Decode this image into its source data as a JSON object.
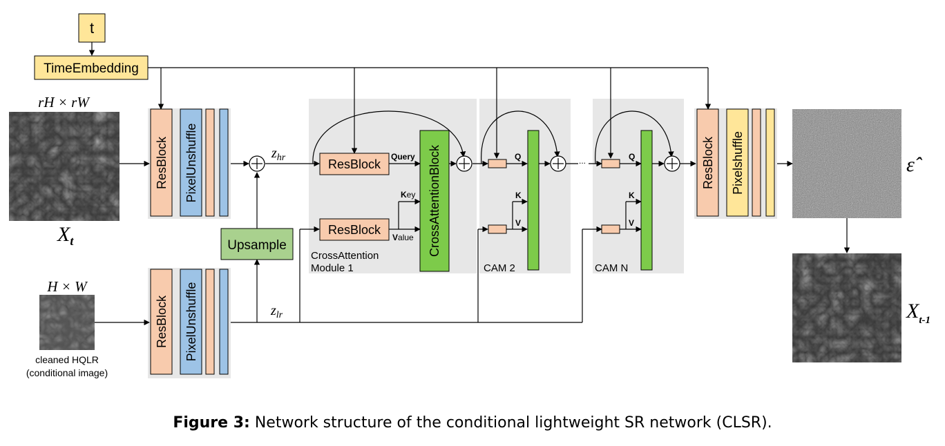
{
  "inputs": {
    "t": "t",
    "time_embedding": "TimeEmbedding",
    "xt_size": "rH × rW",
    "xt_label": "X",
    "xt_sub": "t",
    "cond_size": "H × W",
    "cond_caption_1": "cleaned HQLR",
    "cond_caption_2": "(conditional image)"
  },
  "blocks": {
    "resblock": "ResBlock",
    "pixel_unshuffle": "PixelUnshuffle",
    "pixel_shuffle": "Pixelshuffle",
    "upsample": "Upsample",
    "cross_attention_block": "CrossAttentionBlock"
  },
  "latents": {
    "z_hr": "z",
    "z_hr_sub": "hr",
    "z_lr": "z",
    "z_lr_sub": "lr"
  },
  "attention_labels": {
    "query": "Query",
    "query_initial": "Q",
    "key": "Key",
    "key_initial": "K",
    "value": "Value",
    "value_initial": "V",
    "q": "Q",
    "k": "K",
    "v": "V"
  },
  "modules": {
    "cam1_line1": "CrossAttention",
    "cam1_line2": "Module 1",
    "cam2": "CAM 2",
    "camn": "CAM N",
    "ellipsis": "..."
  },
  "outputs": {
    "epsilon_hat": "ε̂",
    "xt1_label": "X",
    "xt1_sub": "t-1"
  },
  "caption": {
    "label": "Figure 3:",
    "text": " Network structure of the conditional lightweight SR network (CLSR)."
  },
  "colors": {
    "yellow": "#FFE699",
    "orange": "#F8CBAD",
    "blue": "#9DC3E6",
    "green_light": "#A9D18E",
    "green_bright": "#7DCB4A",
    "panel_gray": "#E7E7E7"
  }
}
